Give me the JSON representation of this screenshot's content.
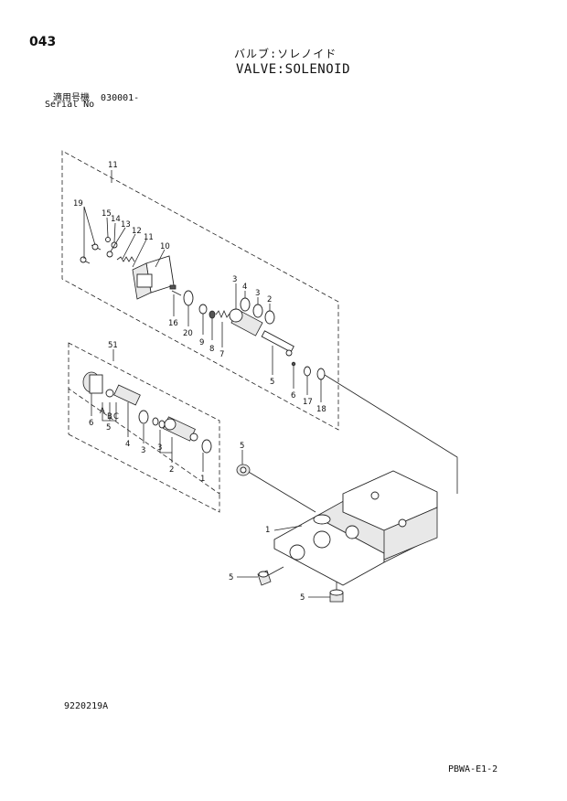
{
  "header": {
    "page_number": "043",
    "title_jp": "バルブ:ソレノイド",
    "title_en": "VALVE:SOLENOID"
  },
  "serial": {
    "label_jp": "適用号機",
    "value": "030001-",
    "label_en": "Serial No"
  },
  "footer": {
    "drawing_code": "9220219A",
    "page_code": "PBWA-E1-2"
  },
  "callouts": {
    "c11": "11",
    "c19": "19",
    "c15": "15",
    "c14": "14",
    "c13": "13",
    "c12": "12",
    "c11b": "11",
    "c10": "10",
    "c16": "16",
    "c20": "20",
    "c9": "9",
    "c8": "8",
    "c7": "7",
    "c3a": "3",
    "c4a": "4",
    "c3b": "3",
    "c2a": "2",
    "c5a": "5",
    "c6a": "6",
    "c17": "17",
    "c18": "18",
    "c51": "51",
    "c6b": "6",
    "cA": "A",
    "cB": "B",
    "cC": "C",
    "c5b": "5",
    "c4b": "4",
    "c3c": "3",
    "c3d": "3",
    "c2b": "2",
    "c1a": "1",
    "c5c": "5",
    "c1b": "1",
    "c5d": "5",
    "c5e": "5"
  }
}
